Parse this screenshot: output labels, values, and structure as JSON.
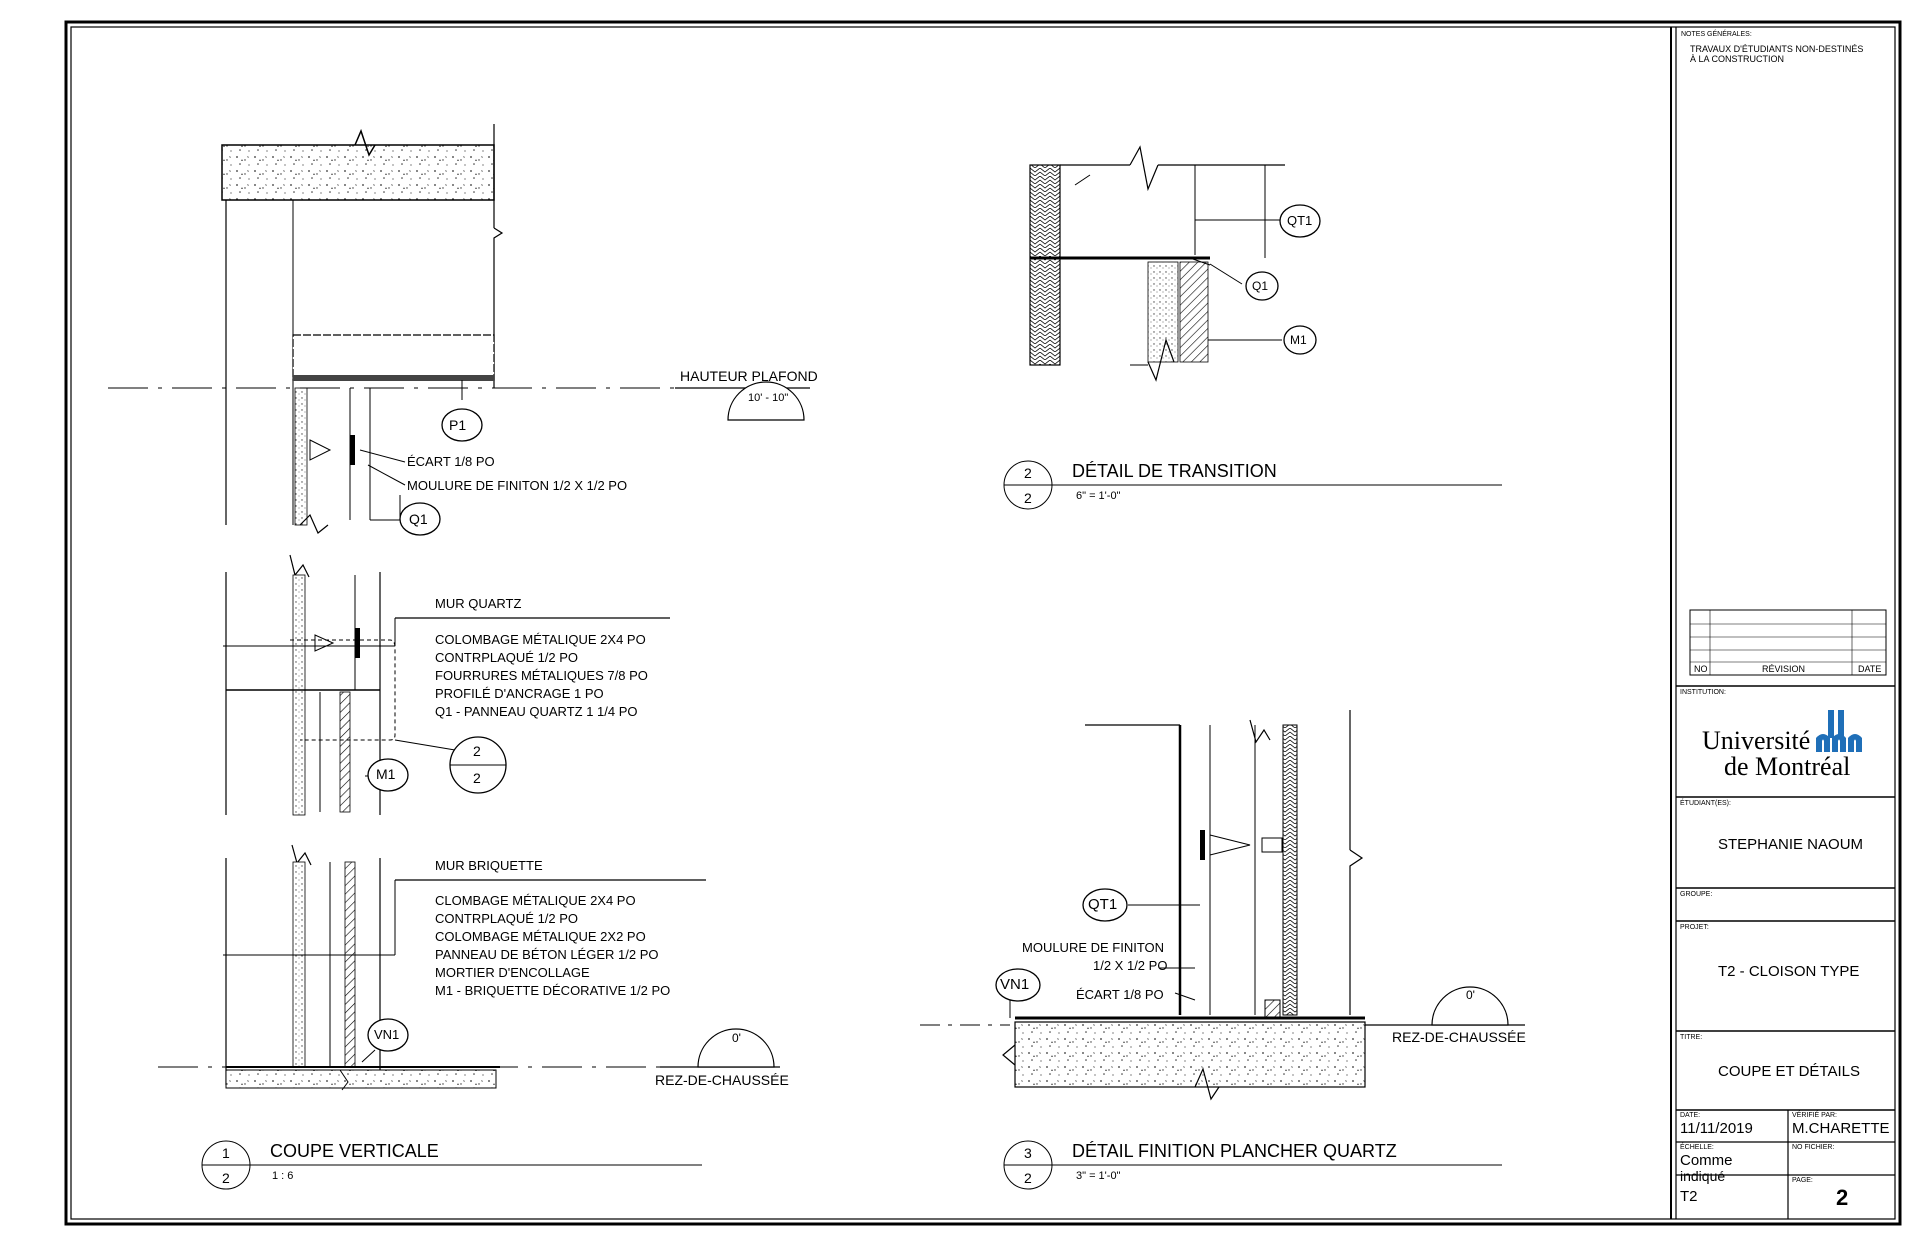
{
  "notes": {
    "heading": "NOTES GÉNÉRALES:",
    "line1": "TRAVAUX D'ÉTUDIANTS NON-DESTINÉS",
    "line2": "À LA CONSTRUCTION"
  },
  "revision_table": {
    "no": "NO",
    "revision": "RÉVISION",
    "date": "DATE"
  },
  "title_block": {
    "institution_label": "INSTITUTION:",
    "university_line1": "Université",
    "university_line2": "de Montréal",
    "students_label": "ÉTUDIANT(ES):",
    "student_name": "STEPHANIE NAOUM",
    "group_label": "GROUPE:",
    "project_label": "PROJET:",
    "project_name": "T2 - CLOISON TYPE",
    "title_label": "TITRE:",
    "title_name": "COUPE ET DÉTAILS",
    "date_label": "DATE:",
    "date": "11/11/2019",
    "verified_label": "VÉRIFIÉ PAR:",
    "verified_by": "M.CHARETTE",
    "scale_label": "ÉCHELLE:",
    "scale_line1": "Comme",
    "scale_line2": "indiqué",
    "file_label": "NO FICHIER:",
    "file_no": "T2",
    "page_label": "PAGE:",
    "page_no": "2"
  },
  "detail1": {
    "number": "1",
    "sheet": "2",
    "title": "COUPE VERTICALE",
    "scale": "1 : 6",
    "ceiling_label": "HAUTEUR PLAFOND",
    "ceiling_height": "10' - 10\"",
    "gap_label": "ÉCART 1/8 PO",
    "molding_label": "MOULURE DE FINITON 1/2 X 1/2 PO",
    "tag_p1": "P1",
    "tag_q1": "Q1",
    "tag_m1": "M1",
    "tag_vn1": "VN1",
    "ref_number": "2",
    "ref_sheet": "2",
    "quartz_heading": "MUR QUARTZ",
    "quartz_items": [
      "COLOMBAGE MÉTALIQUE 2X4 PO",
      "CONTRPLAQUÉ 1/2 PO",
      "FOURRURES MÉTALIQUES 7/8 PO",
      "PROFILÉ D'ANCRAGE 1 PO",
      "Q1 - PANNEAU QUARTZ 1 1/4 PO"
    ],
    "brick_heading": "MUR BRIQUETTE",
    "brick_items": [
      "CLOMBAGE MÉTALIQUE 2X4 PO",
      "CONTRPLAQUÉ 1/2 PO",
      "COLOMBAGE MÉTALIQUE 2X2 PO",
      "PANNEAU DE BÉTON LÉGER 1/2 PO",
      "MORTIER D'ENCOLLAGE",
      "M1 - BRIQUETTE DÉCORATIVE 1/2 PO"
    ],
    "floor_label": "REZ-DE-CHAUSSÉE",
    "floor_height": "0'"
  },
  "detail2": {
    "number": "2",
    "sheet": "2",
    "title": "DÉTAIL DE TRANSITION",
    "scale": "6\" = 1'-0\"",
    "tag_qt1": "QT1",
    "tag_q1": "Q1",
    "tag_m1": "M1"
  },
  "detail3": {
    "number": "3",
    "sheet": "2",
    "title": "DÉTAIL FINITION PLANCHER QUARTZ",
    "scale": "3\" = 1'-0\"",
    "tag_qt1": "QT1",
    "tag_vn1": "VN1",
    "molding_line1": "MOULURE DE FINITON",
    "molding_line2": "1/2 X 1/2 PO",
    "gap_label": "ÉCART 1/8 PO",
    "floor_label": "REZ-DE-CHAUSSÉE",
    "floor_height": "0'"
  }
}
